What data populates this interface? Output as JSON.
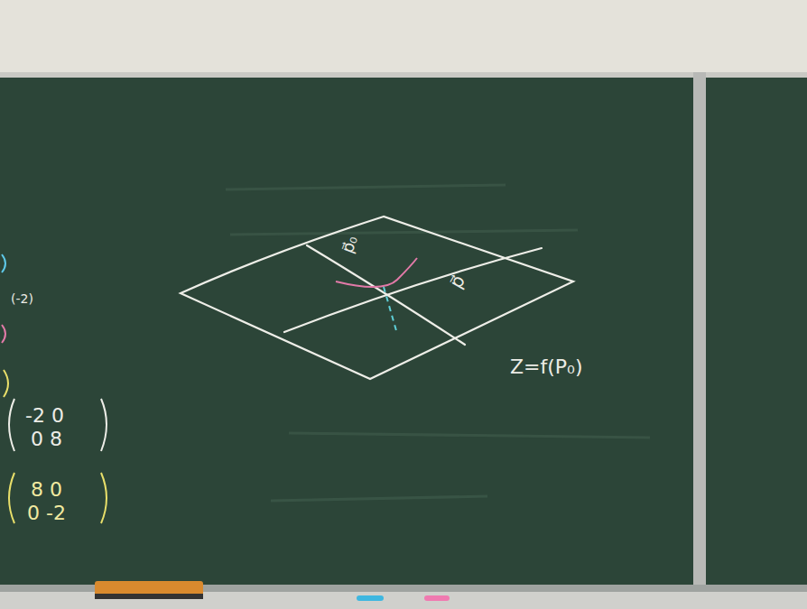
{
  "diagram": {
    "labels": [
      "(-2)",
      "-2 0",
      "0 8",
      "8 0",
      "0 -2",
      "p⃗₀",
      "p⃗",
      "Z=f(P₀)"
    ]
  }
}
